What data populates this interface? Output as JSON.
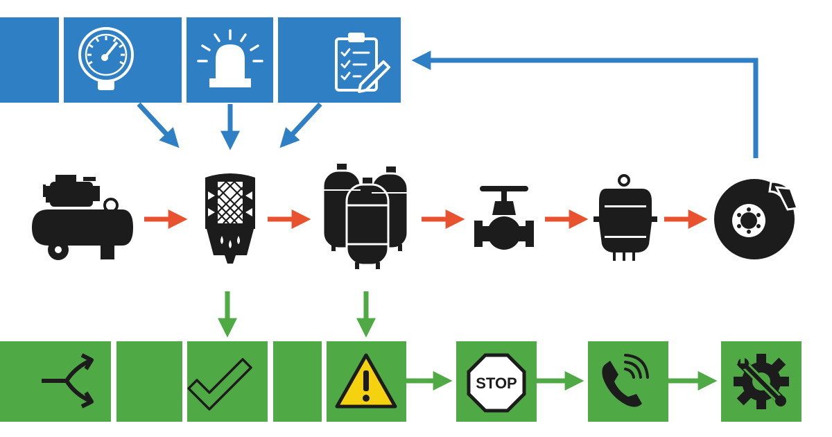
{
  "colors": {
    "monitor_blue": "#2f7fc4",
    "flow_red": "#e8522e",
    "action_green": "#4faa45",
    "icon_dark": "#1c1c1c",
    "warning_yellow": "#f5d20f"
  },
  "monitoring_row": {
    "items": [
      {
        "icon": "blank"
      },
      {
        "icon": "pressure-gauge-icon"
      },
      {
        "icon": "alarm-beacon-icon"
      },
      {
        "icon": "checklist-clipboard-icon"
      }
    ]
  },
  "air_system_row": {
    "items": [
      {
        "icon": "air-compressor-icon"
      },
      {
        "icon": "air-dryer-filter-icon"
      },
      {
        "icon": "air-tanks-icon"
      },
      {
        "icon": "valve-icon"
      },
      {
        "icon": "brake-chamber-icon"
      },
      {
        "icon": "disc-brake-icon"
      }
    ]
  },
  "action_row": {
    "items": [
      {
        "icon": "branch-merge-icon"
      },
      {
        "icon": "blank"
      },
      {
        "icon": "checkmark-icon"
      },
      {
        "icon": "blank"
      },
      {
        "icon": "warning-triangle-icon"
      },
      {
        "icon": "stop-sign-icon",
        "label": "STOP"
      },
      {
        "icon": "phone-call-icon"
      },
      {
        "icon": "gear-wrench-icon"
      }
    ]
  }
}
